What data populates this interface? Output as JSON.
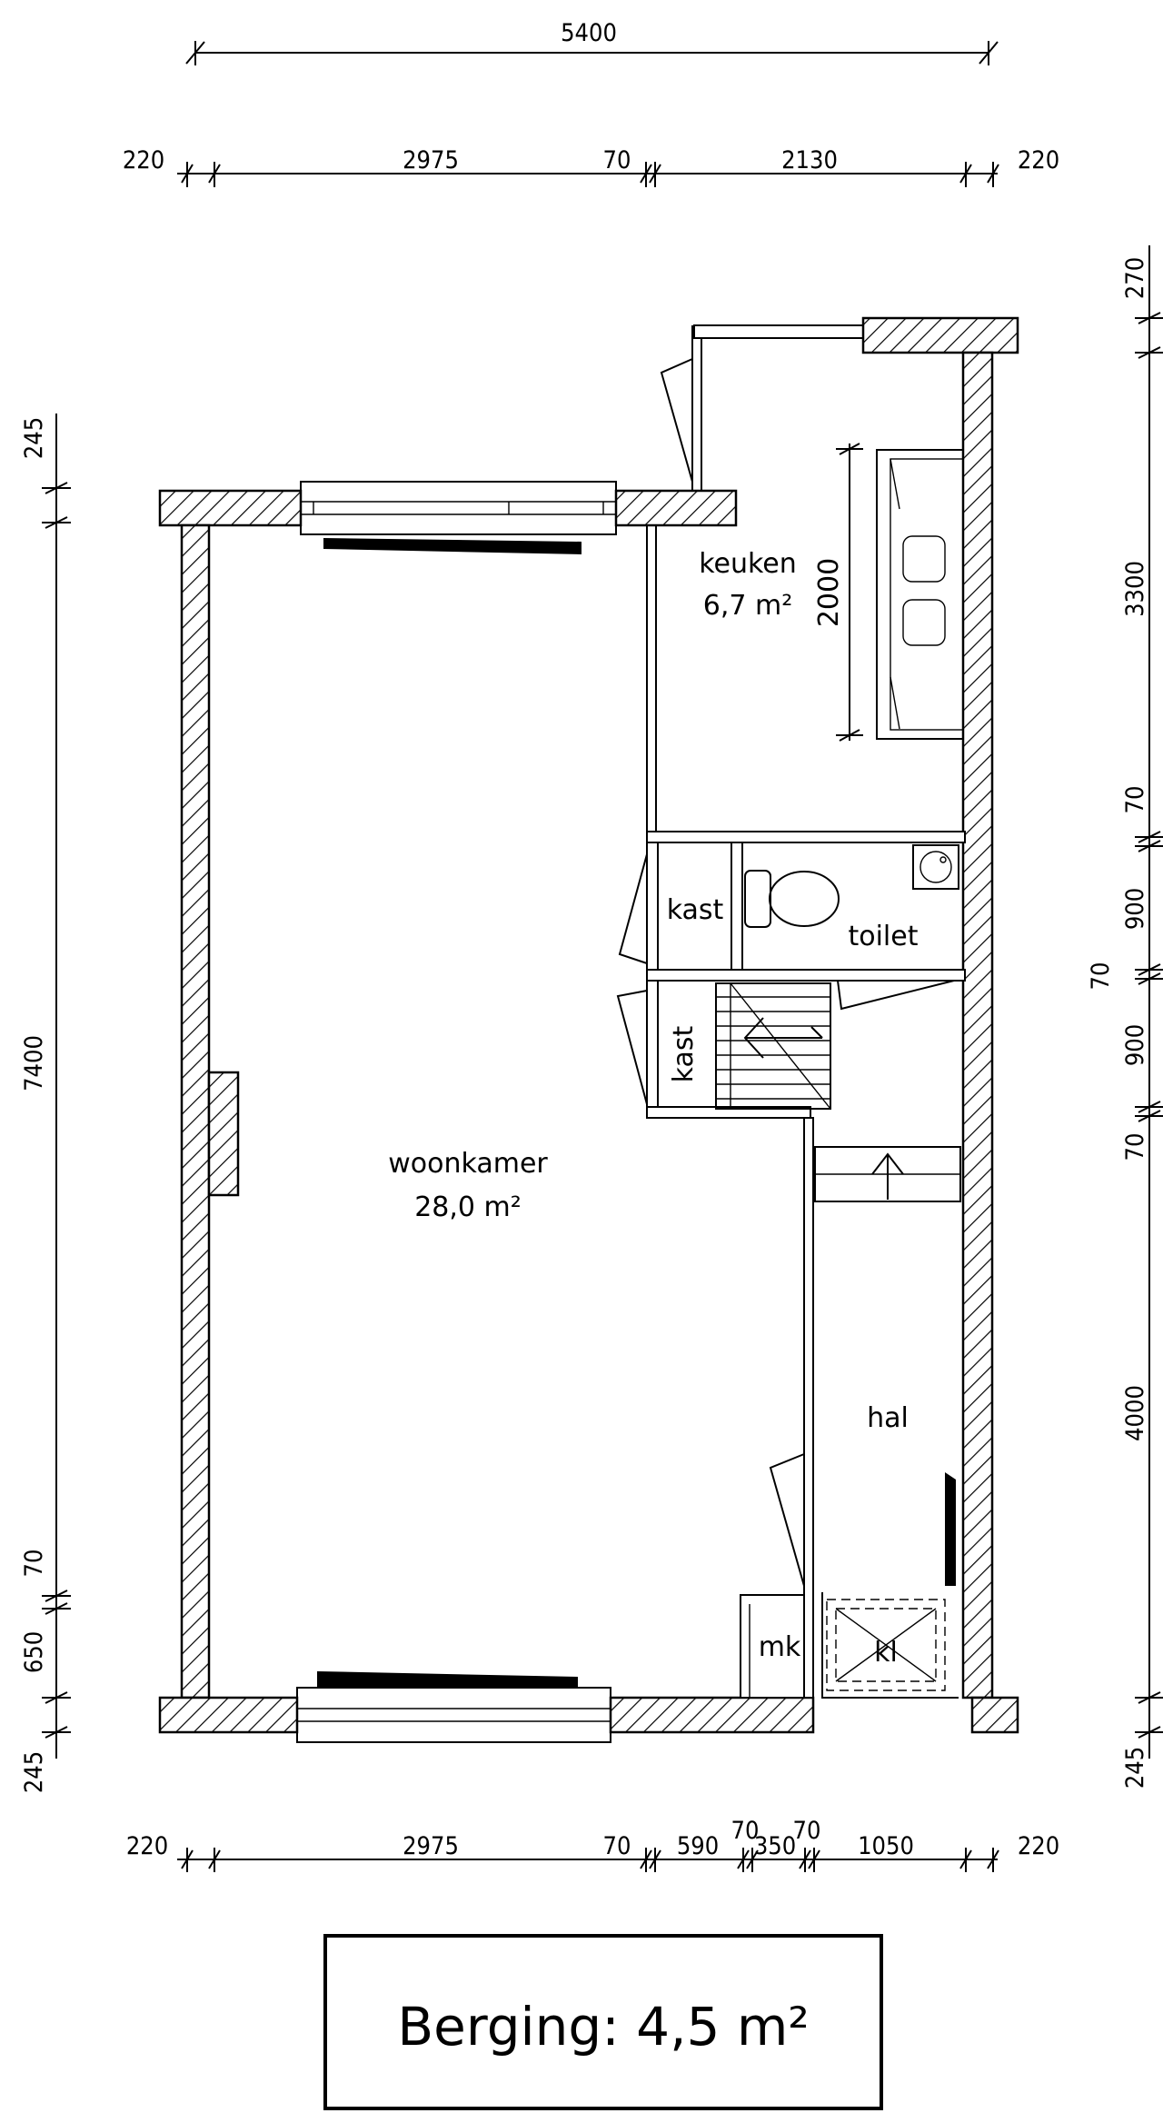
{
  "dimensions": {
    "top_overall": "5400",
    "top": [
      "220",
      "2975",
      "70",
      "2130",
      "220"
    ],
    "bottom": [
      "220",
      "2975",
      "70",
      "590",
      "350",
      "1050",
      "220"
    ],
    "bottom_upper": [
      "70",
      "70"
    ],
    "left": [
      "245",
      "7400",
      "70",
      "650",
      "245"
    ],
    "right": [
      "270",
      "3300",
      "70",
      "900",
      "70",
      "900",
      "70",
      "4000",
      "245"
    ]
  },
  "rooms": {
    "keuken": {
      "name": "keuken",
      "area": "6,7 m²"
    },
    "keuken_dim": "2000",
    "kast_1": "kast",
    "kast_2": "kast",
    "toilet": "toilet",
    "woonkamer": {
      "name": "woonkamer",
      "area": "28,0 m²"
    },
    "hal": "hal",
    "mk": "mk",
    "kl": "kl"
  },
  "footer": {
    "label": "Berging: 4,5 m²"
  }
}
